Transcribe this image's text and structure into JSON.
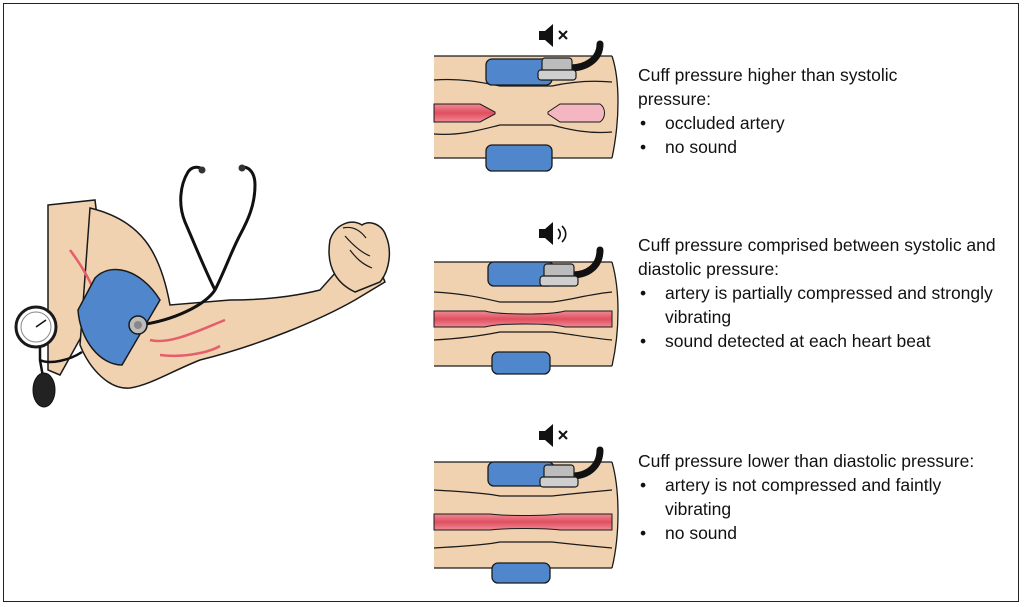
{
  "panels": [
    {
      "sound": "muted-speaker-icon",
      "heading": "Cuff pressure higher than systolic pressure:",
      "bullets": [
        "occluded artery",
        "no sound"
      ]
    },
    {
      "sound": "sounding-speaker-icon",
      "heading": "Cuff pressure comprised between systolic and diastolic pressure:",
      "bullets": [
        "artery is partially compressed and strongly vibrating",
        "sound detected at each heart beat"
      ]
    },
    {
      "sound": "muted-speaker-icon",
      "heading": "Cuff pressure lower than diastolic pressure:",
      "bullets": [
        "artery is not compressed and faintly vibrating",
        "no sound"
      ]
    }
  ],
  "colors": {
    "skin": "#f1d2b0",
    "cuff": "#4f86cc",
    "artery": "#e45e6c",
    "artery_pale": "#f4b6c0",
    "outline": "#1a1a1a"
  }
}
